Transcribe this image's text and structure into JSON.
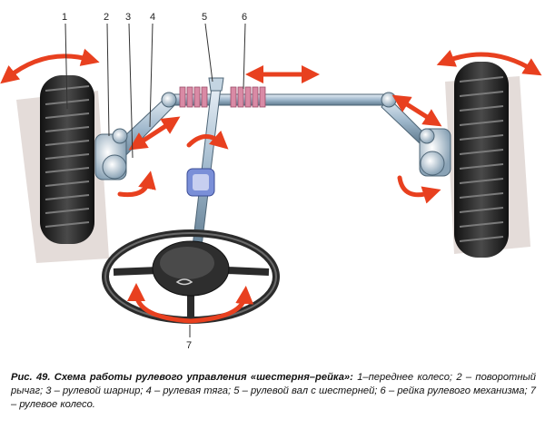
{
  "labels": [
    "1",
    "2",
    "3",
    "4",
    "5",
    "6",
    "7"
  ],
  "caption": {
    "figure": "Рис. 49. Схема работы рулевого управления «шестерня–рейка»:",
    "text": " 1–переднее колесо; 2 – поворотный рычаг; 3 – рулевой шарнир; 4 – рулевая тяга; 5 – рулевой вал с шестерней; 6 – рейка рулевого механизма; 7 – рулевое колесо."
  },
  "colors": {
    "arrow": "#e8401f",
    "tire": "#2a2a2a",
    "steel": "#9fb8cc",
    "rack_teeth": "#d77a9a",
    "shadow": "#d9d0cc"
  }
}
